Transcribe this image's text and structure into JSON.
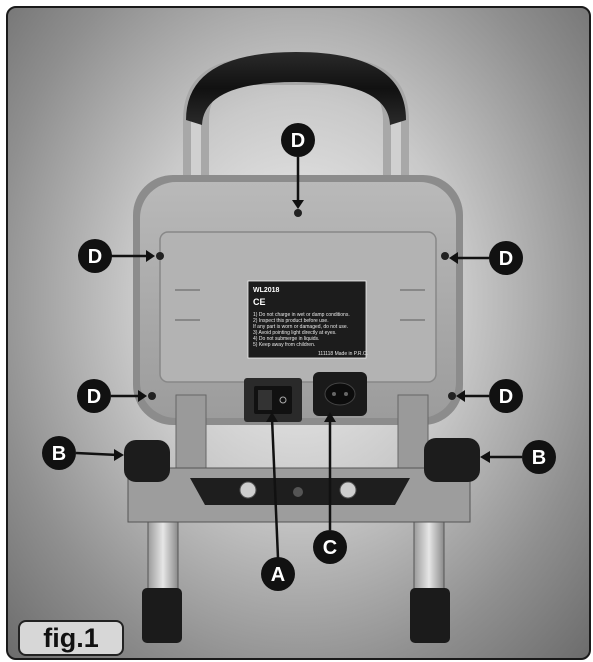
{
  "figure_label": "fig.1",
  "rating_plate": {
    "model": "WL2018",
    "mark_ce": "CE",
    "lines": [
      "1) Do not charge in wet or damp conditions.",
      "2) Inspect this product before use.",
      "   If any part is worn or damaged, do not use.",
      "3) Avoid pointing light directly at eyes.",
      "4) Do not submerge in liquids.",
      "5) Keep away from children."
    ],
    "footer": "111118   Made in P.R.C."
  },
  "callouts": [
    {
      "id": "d-top",
      "letter": "D"
    },
    {
      "id": "d-upper-left",
      "letter": "D"
    },
    {
      "id": "d-upper-right",
      "letter": "D"
    },
    {
      "id": "d-lower-left",
      "letter": "D"
    },
    {
      "id": "d-lower-right",
      "letter": "D"
    },
    {
      "id": "b-left",
      "letter": "B"
    },
    {
      "id": "b-right",
      "letter": "B"
    },
    {
      "id": "a-switch",
      "letter": "A"
    },
    {
      "id": "c-socket",
      "letter": "C"
    }
  ]
}
